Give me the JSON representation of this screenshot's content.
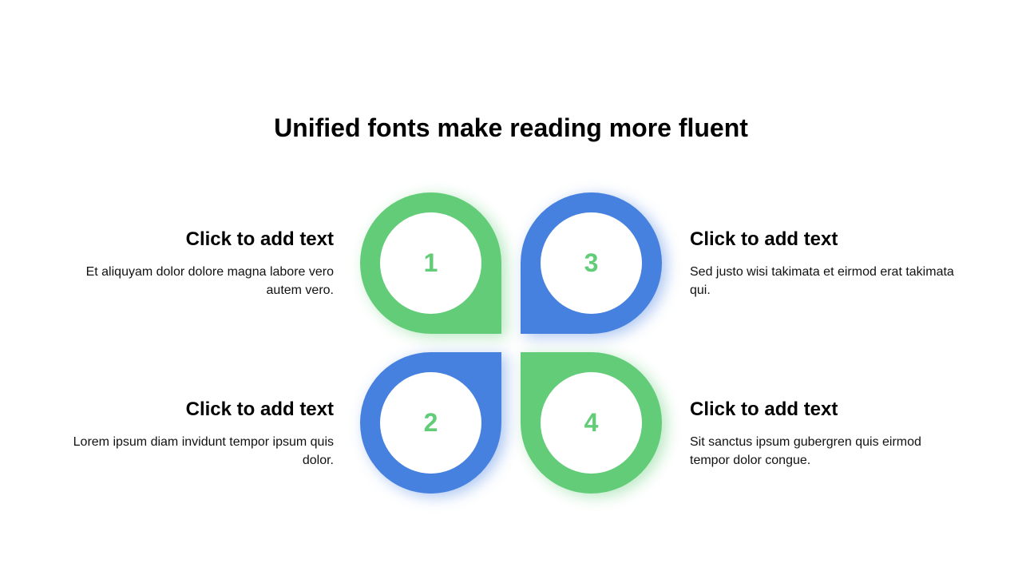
{
  "title": "Unified fonts make reading more fluent",
  "colors": {
    "green": "#62CC78",
    "blue": "#4681E0",
    "number": "#62CC78",
    "green_glow": "rgba(98,204,120,0.45)",
    "blue_glow": "rgba(70,129,224,0.45)"
  },
  "petals": [
    {
      "number": "1",
      "color": "green"
    },
    {
      "number": "3",
      "color": "blue"
    },
    {
      "number": "2",
      "color": "blue"
    },
    {
      "number": "4",
      "color": "green"
    }
  ],
  "items": [
    {
      "heading": "Click to add text",
      "text": "Et aliquyam dolor dolore magna labore vero autem vero."
    },
    {
      "heading": "Click to add text",
      "text": "Sed justo wisi takimata et eirmod erat takimata qui."
    },
    {
      "heading": "Click to add text",
      "text": "Lorem ipsum diam invidunt tempor ipsum quis dolor."
    },
    {
      "heading": "Click to add text",
      "text": "Sit sanctus ipsum gubergren quis eirmod tempor dolor congue."
    }
  ]
}
